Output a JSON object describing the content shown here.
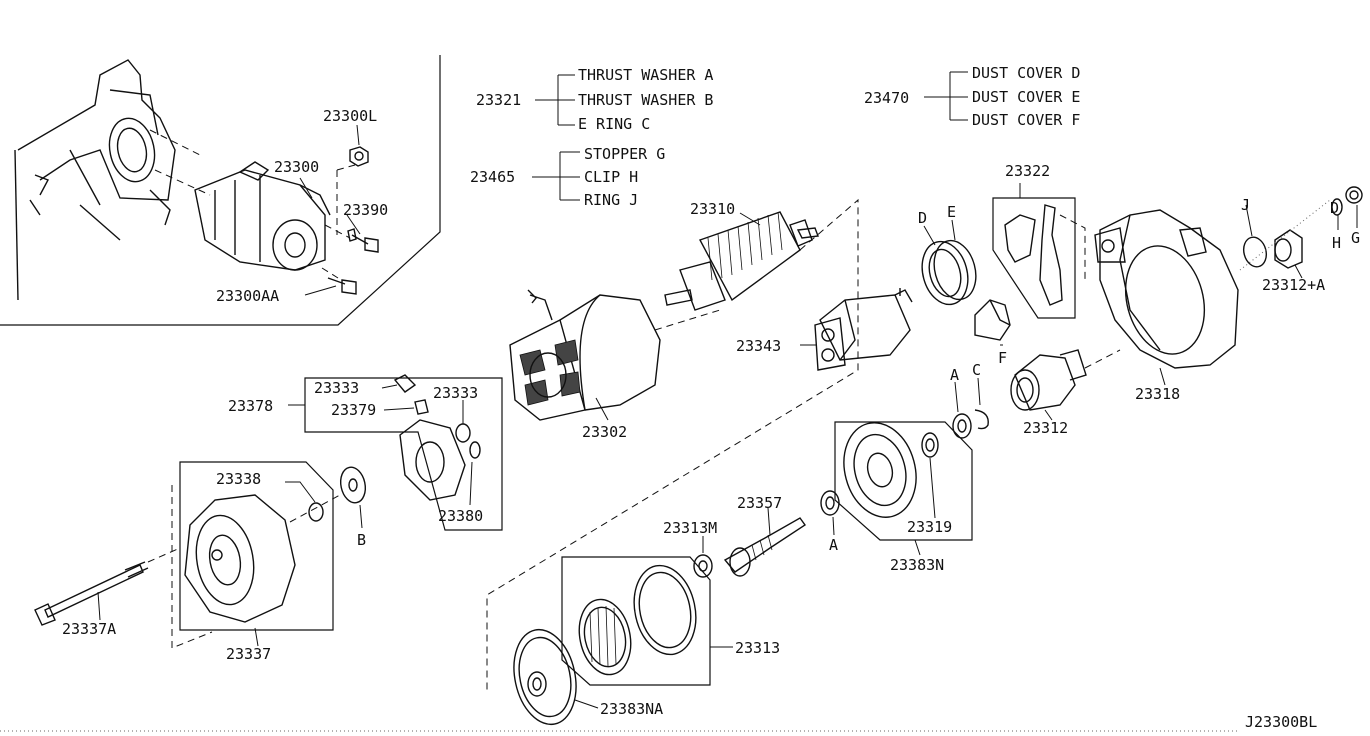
{
  "diagram_code": "J23300BL",
  "groups": {
    "g23321": {
      "code": "23321",
      "items": [
        "THRUST WASHER  A",
        "THRUST WASHER  B",
        "E RING C"
      ]
    },
    "g23470": {
      "code": "23470",
      "items": [
        "DUST COVER D",
        "DUST COVER E",
        "DUST COVER F"
      ]
    },
    "g23465": {
      "code": "23465",
      "items": [
        "STOPPER G",
        "CLIP H",
        "RING J"
      ]
    }
  },
  "callouts": {
    "c23300L": "23300L",
    "c23300": "23300",
    "c23390": "23390",
    "c23300AA": "23300AA",
    "c23310": "23310",
    "c23322": "23322",
    "c23343": "23343",
    "c23302": "23302",
    "c23378": "23378",
    "c23333a": "23333",
    "c23333b": "23333",
    "c23379": "23379",
    "c23380": "23380",
    "c23338": "23338",
    "c23337A": "23337A",
    "c23337": "23337",
    "c23312A": "23312+A",
    "c23318": "23318",
    "c23312": "23312",
    "c23319": "23319",
    "c23383N": "23383N",
    "c23357": "23357",
    "c23313M": "23313M",
    "c23313": "23313",
    "c23383NA": "23383NA"
  },
  "letters": {
    "lD1": "D",
    "lE1": "E",
    "lF": "F",
    "lJ": "J",
    "lD2": "D",
    "lH": "H",
    "lG": "G",
    "lA1": "A",
    "lC": "C",
    "lA2": "A",
    "lB": "B"
  }
}
